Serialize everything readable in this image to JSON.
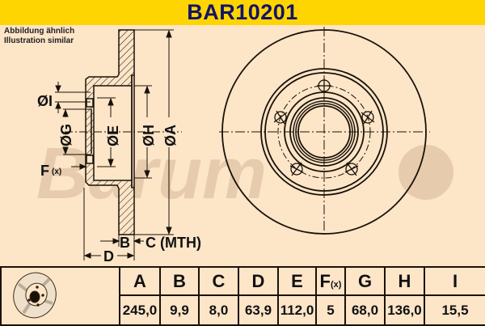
{
  "header": {
    "title": "BAR10201",
    "background": "#fed500",
    "title_color": "#13136b"
  },
  "note": {
    "line1": "Abbildung ähnlich",
    "line2": "Illustration similar"
  },
  "drawing": {
    "labels": {
      "phi_i": "ØI",
      "phi_g": "ØG",
      "phi_e": "ØE",
      "phi_h": "ØH",
      "phi_a": "ØA",
      "f": "F",
      "f_sub": "(x)",
      "b": "B",
      "c": "C (MTH)",
      "d": "D"
    },
    "watermark": "Barum",
    "line_color": "#1a1209"
  },
  "table": {
    "thumbnail": "brake-disc-thumbnail",
    "columns": [
      {
        "key": "A",
        "label": "A",
        "value": "245,0"
      },
      {
        "key": "B",
        "label": "B",
        "value": "9,9"
      },
      {
        "key": "C",
        "label": "C",
        "value": "8,0"
      },
      {
        "key": "D",
        "label": "D",
        "value": "63,9"
      },
      {
        "key": "E",
        "label": "E",
        "value": "112,0"
      },
      {
        "key": "F",
        "label": "F",
        "label_sub": "(x)",
        "value": "5"
      },
      {
        "key": "G",
        "label": "G",
        "value": "68,0"
      },
      {
        "key": "H",
        "label": "H",
        "value": "136,0"
      },
      {
        "key": "I",
        "label": "I",
        "value": "15,5"
      }
    ]
  }
}
